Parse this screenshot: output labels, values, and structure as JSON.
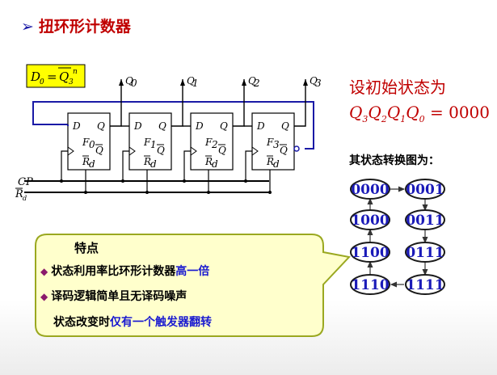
{
  "title": "扭环形计数器",
  "circuit": {
    "equation": {
      "lhs": "D",
      "lhs_sub": "0",
      "rhs": "Q",
      "rhs_sub": "3",
      "rhs_sup": "n"
    },
    "outputs": [
      {
        "label": "Q",
        "sub": "0"
      },
      {
        "label": "Q",
        "sub": "1"
      },
      {
        "label": "Q",
        "sub": "2"
      },
      {
        "label": "Q",
        "sub": "3"
      }
    ],
    "flipflops": [
      {
        "name": "F",
        "sub": "0"
      },
      {
        "name": "F",
        "sub": "1"
      },
      {
        "name": "F",
        "sub": "2"
      },
      {
        "name": "F",
        "sub": "3"
      }
    ],
    "pin_d": "D",
    "pin_q": "Q",
    "pin_qbar": "Q",
    "pin_rd": "R",
    "pin_rd_sub": "d",
    "cp_label": "CP",
    "rd_label": "R",
    "rd_sub": "d"
  },
  "init": {
    "label": "设初始状态为",
    "equation": "Q3Q2Q1Q0 = 0000",
    "value": "= 0000"
  },
  "state_diagram": {
    "title": "其状态转换图为：",
    "states": [
      "0000",
      "0001",
      "0011",
      "0111",
      "1111",
      "1110",
      "1100",
      "1000"
    ]
  },
  "callout": {
    "heading": "特点",
    "line1_a": "状态利用率比环形计数器",
    "line1_b": "高一倍",
    "line2": "译码逻辑简单且无译码噪声",
    "line3_a": "状态改变时",
    "line3_b": "仅有一个触发器翻转"
  }
}
